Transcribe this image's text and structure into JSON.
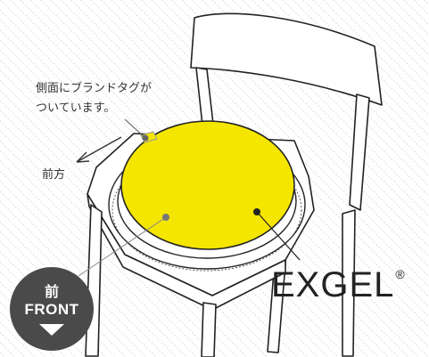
{
  "annotations": {
    "brand_tag_line1": "側面にブランドタグが",
    "brand_tag_line2": "ついています。",
    "front_direction": "前方"
  },
  "badge": {
    "kanji": "前",
    "english": "FRONT"
  },
  "logo": {
    "text": "EXGEL",
    "mark": "®"
  },
  "colors": {
    "cushion_fill": "#f5e600",
    "badge_bg": "#4a4a4a",
    "line": "#333333"
  },
  "icons": [
    "chair-illustration",
    "seat-cushion",
    "direction-arrow-icon",
    "down-triangle-icon"
  ]
}
